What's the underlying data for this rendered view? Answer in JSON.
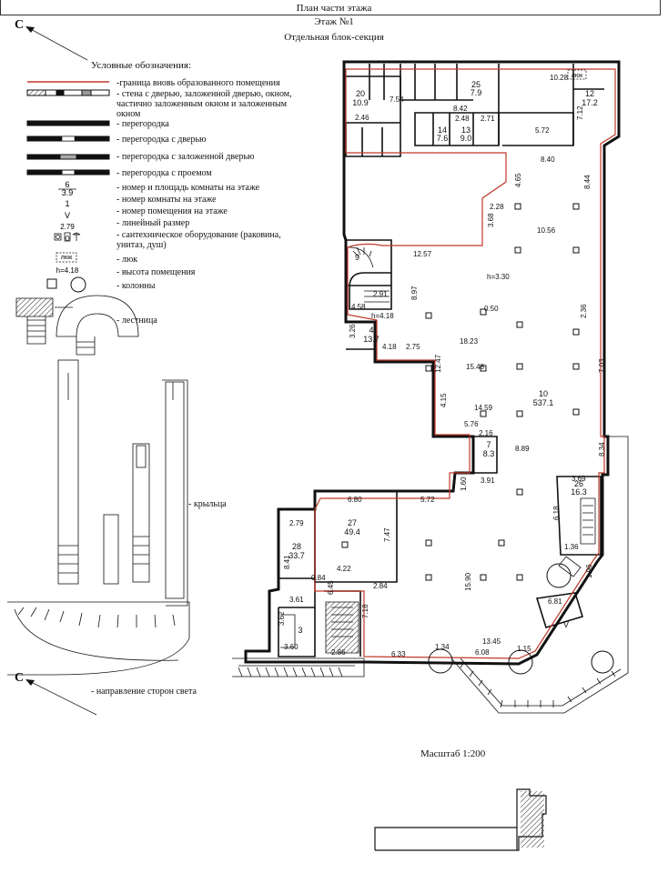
{
  "header": {
    "title": "План части этажа",
    "floor": "Этаж №1",
    "section": "Отдельная блок-секция"
  },
  "legend": {
    "heading": "Условные обозначения:",
    "items": [
      "-граница вновь образованного помещения",
      "- стена с дверью, заложенной дверью, окном, частично заложенным окном и заложенным окном",
      "- перегородка",
      "- перегородка с дверью",
      "- перегородка с заложенной дверью",
      "- перегородка с проемом",
      "- номер и площадь комнаты на этаже",
      "- номер комнаты на этаже",
      "- номер помещения на этаже",
      "- линейный размер",
      "- сантехническое оборудование (раковина, унитаз, душ)",
      "- люк",
      "- высота помещения",
      "- колонны",
      "- лестница",
      "- крыльца",
      "- направление сторон света"
    ],
    "samples": {
      "room_num": "6",
      "room_area": "3.9",
      "room_only": "1",
      "premise": "V",
      "dimension": "2.79",
      "hatch": "люк",
      "height": "h=4.18"
    }
  },
  "compass": {
    "letter": "С"
  },
  "scale": "Масштаб 1:200",
  "rooms": [
    {
      "num": "10",
      "area": "537.1"
    },
    {
      "num": "9",
      "area": ""
    },
    {
      "num": "12",
      "area": "17.2"
    },
    {
      "num": "20",
      "area": "10.9"
    },
    {
      "num": "25",
      "area": "7.9"
    },
    {
      "num": "13",
      "area": "9.0"
    },
    {
      "num": "14",
      "area": "7.6"
    },
    {
      "num": "7",
      "area": "8.3"
    },
    {
      "num": "26",
      "area": "16.3"
    },
    {
      "num": "27",
      "area": "49.4"
    },
    {
      "num": "28",
      "area": "33.7"
    },
    {
      "num": "3",
      "area": ""
    },
    {
      "num": "4",
      "area": "13.7"
    },
    {
      "num": "V",
      "area": ""
    }
  ],
  "plan_labels": {
    "luk": "люк",
    "h1": "h=3.30",
    "h2": "h=4.18"
  },
  "dimensions": {
    "d1": "10.28",
    "d2": "5.72",
    "d3": "8.40",
    "d4": "8.44",
    "d5": "10.56",
    "d6": "12.57",
    "d7": "18.23",
    "d8": "15.48",
    "d9": "14.59",
    "d10": "8.89",
    "d11": "6.80",
    "d12": "5.72",
    "d13": "3.91",
    "d14": "15.90",
    "d15": "13.45",
    "d16": "6.33",
    "d17": "6.08",
    "d18": "1.34",
    "d19": "4.22",
    "d20": "2.84",
    "d21": "3.61",
    "d22": "3.60",
    "d23": "2.86",
    "d24": "2.79",
    "d25": "7.47",
    "d26": "8.97",
    "d27": "2.75",
    "d28": "7.03",
    "d29": "8.34",
    "d30": "2.36",
    "d31": "4.65",
    "d32": "3.68",
    "d33": "2.28",
    "d34": "4.15",
    "d35": "12.47",
    "d36": "5.76",
    "d37": "2.16",
    "d38": "3.69",
    "d39": "6.18",
    "d40": "7.54",
    "d41": "8.42",
    "d42": "2.46",
    "d43": "4.58",
    "d44": "2.91",
    "d45": "1.60",
    "d46": "8.41",
    "d47": "6.45",
    "d48": "7.18",
    "d49": "0.84",
    "d50": "3.62",
    "d51": "4.18",
    "d52": "3.26",
    "d53": "2.71",
    "d54": "2.48",
    "d55": "7.12",
    "d56": "1.15",
    "d57": "6.81",
    "d58": "1.36",
    "d59": "0.50",
    "d60": "1.96"
  }
}
